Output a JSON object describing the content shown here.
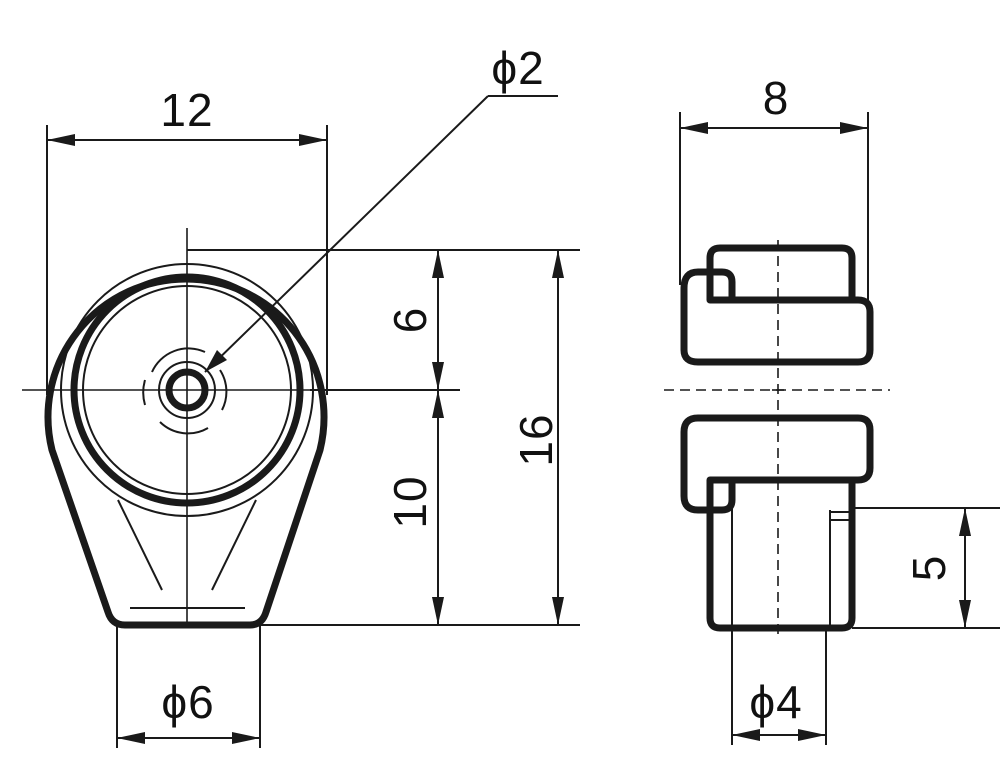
{
  "front_view": {
    "width_label": "12",
    "hole_dia_label": "ϕ2",
    "upper_label": "6",
    "lower_label": "10",
    "height_label": "16",
    "base_dia_label": "ϕ6"
  },
  "side_view": {
    "width_label": "8",
    "stem_height_label": "5",
    "stem_dia_label": "ϕ4"
  },
  "colors": {
    "line": "#1a1a1a",
    "light_fill": "#e6e6e6",
    "dark_fill": "#6b6b6b"
  }
}
